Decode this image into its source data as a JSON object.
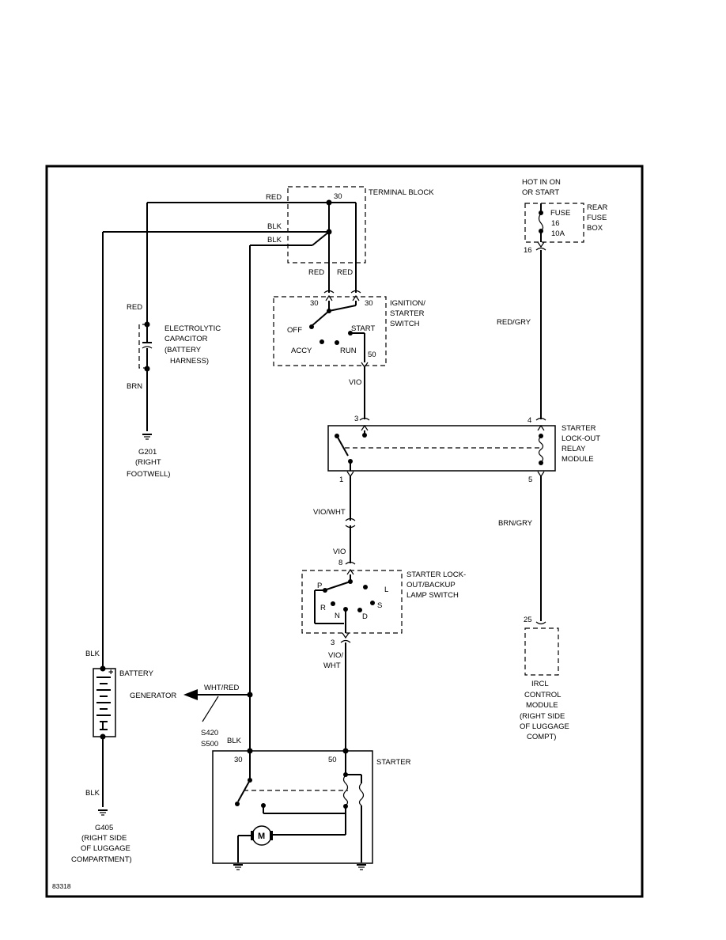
{
  "figure_id": "83318",
  "labels": {
    "terminal_block": "TERMINAL BLOCK",
    "tb_pin": "30",
    "hot_line1": "HOT IN ON",
    "hot_line2": "OR START",
    "fuse_line1": "FUSE",
    "fuse_line2": "16",
    "fuse_line3": "10A",
    "rear_fuse_box_1": "REAR",
    "rear_fuse_box_2": "FUSE",
    "rear_fuse_box_3": "BOX",
    "fuse_pin": "16",
    "ign_1": "IGNITION/",
    "ign_2": "STARTER",
    "ign_3": "SWITCH",
    "ign_off": "OFF",
    "ign_start": "START",
    "ign_accy": "ACCY",
    "ign_run": "RUN",
    "ign_pin_30a": "30",
    "ign_pin_30b": "30",
    "ign_pin_50": "50",
    "cap_1": "ELECTROLYTIC",
    "cap_2": "CAPACITOR",
    "cap_3": "(BATTERY",
    "cap_4": "HARNESS)",
    "g201_1": "G201",
    "g201_2": "(RIGHT",
    "g201_3": "FOOTWELL)",
    "relay_1": "STARTER",
    "relay_2": "LOCK-OUT",
    "relay_3": "RELAY",
    "relay_4": "MODULE",
    "relay_pin3": "3",
    "relay_pin4": "4",
    "relay_pin1": "1",
    "relay_pin5": "5",
    "lockout_1": "STARTER LOCK-",
    "lockout_2": "OUT/BACKUP",
    "lockout_3": "LAMP SWITCH",
    "lockout_pin8": "8",
    "lockout_pin3": "3",
    "pos_p": "P",
    "pos_r": "R",
    "pos_n": "N",
    "pos_d": "D",
    "pos_s": "S",
    "pos_l": "L",
    "battery": "BATTERY",
    "battery_plus": "+",
    "generator": "GENERATOR",
    "s420": "S420",
    "s500": "S500",
    "g405_1": "G405",
    "g405_2": "(RIGHT SIDE",
    "g405_3": "OF LUGGAGE",
    "g405_4": "COMPARTMENT)",
    "starter": "STARTER",
    "starter_pin30": "30",
    "starter_pin50": "50",
    "motor": "M",
    "ircl_pin": "25",
    "ircl_1": "IRCL",
    "ircl_2": "CONTROL",
    "ircl_3": "MODULE",
    "ircl_4": "(RIGHT SIDE",
    "ircl_5": "OF LUGGAGE",
    "ircl_6": "COMPT)"
  },
  "wires": {
    "red_top": "RED",
    "blk_top1": "BLK",
    "blk_top2": "BLK",
    "red_tb1": "RED",
    "red_tb2": "RED",
    "red_cap": "RED",
    "brn_cap": "BRN",
    "vio": "VIO",
    "red_gry": "RED/GRY",
    "vio_wht": "VIO/WHT",
    "vio2": "VIO",
    "brn_gry": "BRN/GRY",
    "vio_wht2a": "VIO/",
    "vio_wht2b": "WHT",
    "wht_red": "WHT/RED",
    "blk_batt": "BLK",
    "blk_gnd": "BLK",
    "blk_starter": "BLK"
  }
}
